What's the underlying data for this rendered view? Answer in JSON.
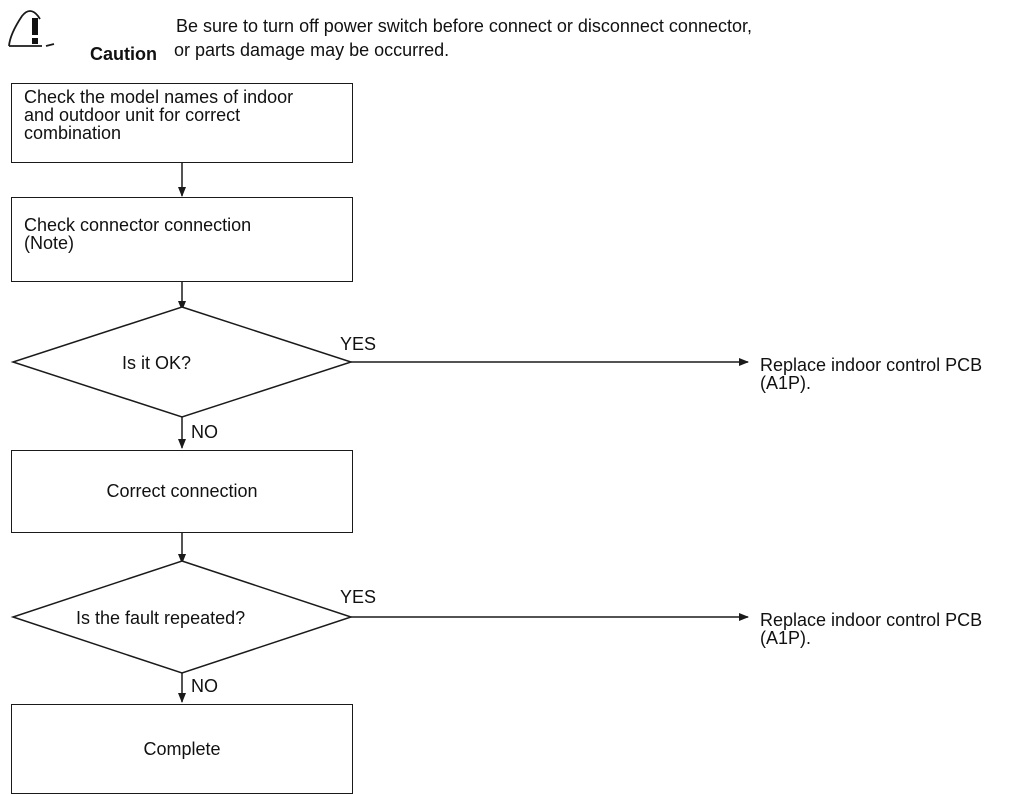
{
  "caution": {
    "label": "Caution",
    "line1": "Be sure to turn off power switch before connect or disconnect connector,",
    "line2": "or parts damage may be occurred."
  },
  "steps": {
    "check_model": [
      "Check the model names of indoor",
      "and outdoor unit for correct",
      "combination"
    ],
    "check_connector": [
      "Check connector connection",
      "(Note)"
    ],
    "decision1": "Is it OK?",
    "decision1_yes": "YES",
    "decision1_no": "NO",
    "result1": [
      "Replace indoor control PCB",
      "(A1P)."
    ],
    "correct_connection": "Correct connection",
    "decision2": "Is the fault repeated?",
    "decision2_yes": "YES",
    "decision2_no": "NO",
    "result2": [
      "Replace indoor control PCB",
      "(A1P)."
    ],
    "complete": "Complete"
  }
}
